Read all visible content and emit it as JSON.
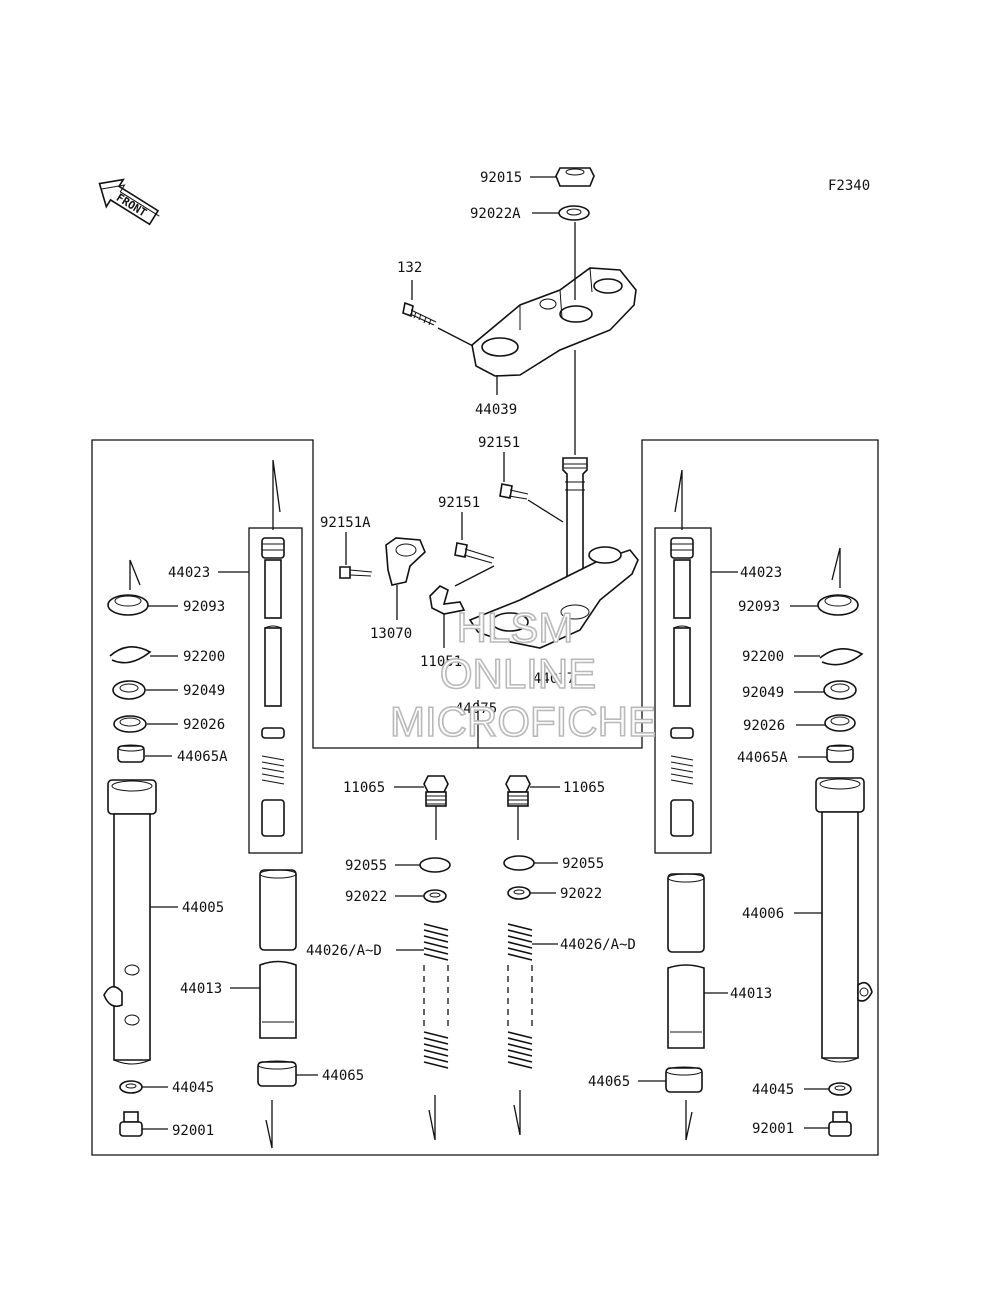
{
  "figure_code": "F2340",
  "front_arrow_text": "FRONT",
  "watermark": {
    "line1": "HLSM",
    "line2": "ONLINE",
    "line3": "MICROFICHE"
  },
  "part_labels": {
    "p92015": "92015",
    "p92022A": "92022A",
    "p132": "132",
    "p44039": "44039",
    "p92151_top": "92151",
    "p92151_mid": "92151",
    "p92151A": "92151A",
    "p13070": "13070",
    "p11051": "11051",
    "p44037": "44037",
    "p44075": "44075",
    "l44023": "44023",
    "l92093": "92093",
    "l92200": "92200",
    "l92049": "92049",
    "l92026": "92026",
    "l44065A": "44065A",
    "l44005": "44005",
    "l44013": "44013",
    "l44045": "44045",
    "l92001": "92001",
    "l44065": "44065",
    "c11065_left": "11065",
    "c92055_left": "92055",
    "c92022_left": "92022",
    "c44026_left": "44026/A~D",
    "c11065_right": "11065",
    "c92055_right": "92055",
    "c92022_right": "92022",
    "c44026_right": "44026/A~D",
    "r44023": "44023",
    "r92093": "92093",
    "r92200": "92200",
    "r92049": "92049",
    "r92026": "92026",
    "r44065A": "44065A",
    "r44006": "44006",
    "r44013": "44013",
    "r44065": "44065",
    "r44045": "44045",
    "r92001": "92001"
  }
}
